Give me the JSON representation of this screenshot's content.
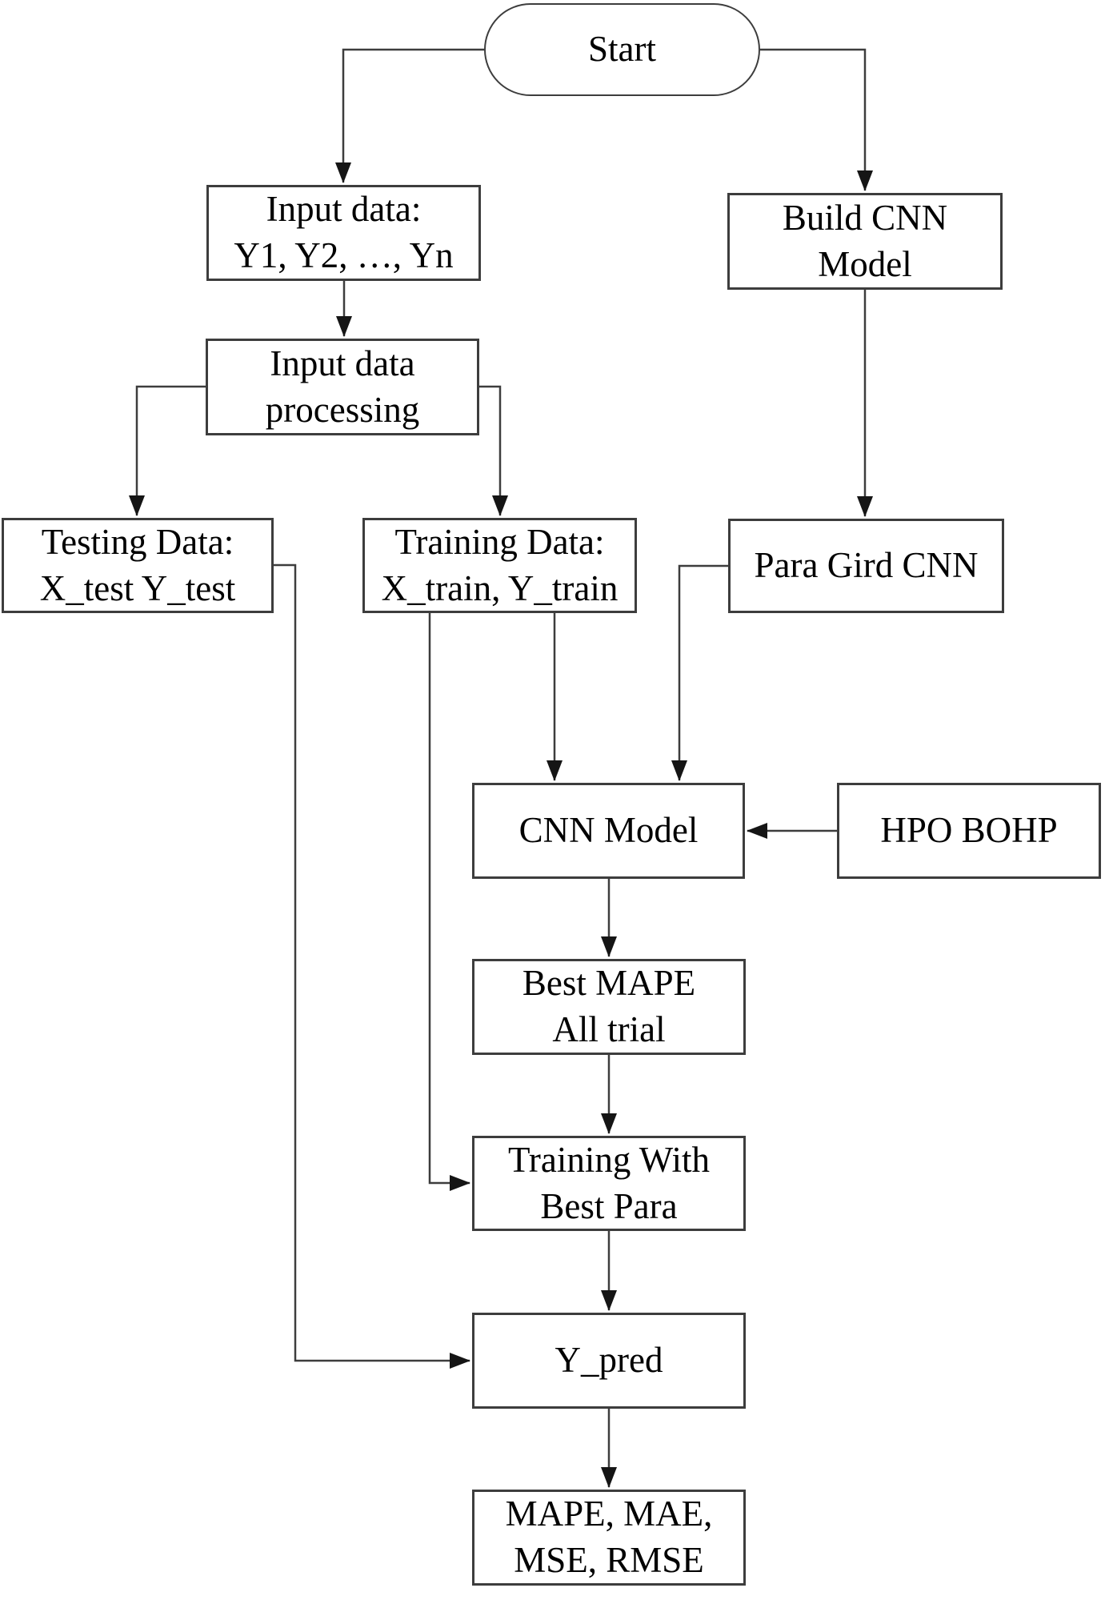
{
  "diagram": {
    "type": "flowchart",
    "colors": {
      "background": "#ffffff",
      "box_border": "#3d3d3d",
      "line": "#3d3d3d",
      "arrowhead": "#151515",
      "text": "#000000"
    },
    "nodes": {
      "start": {
        "label": "Start",
        "shape": "stadium"
      },
      "input_data": {
        "label": "Input data:\nY1, Y2, …, Yn",
        "shape": "rect"
      },
      "build_cnn": {
        "label": "Build CNN\nModel",
        "shape": "rect"
      },
      "input_processing": {
        "label": "Input data\nprocessing",
        "shape": "rect"
      },
      "testing_data": {
        "label": "Testing Data:\nX_test Y_test",
        "shape": "rect"
      },
      "training_data": {
        "label": "Training Data:\nX_train, Y_train",
        "shape": "rect"
      },
      "para_gird_cnn": {
        "label": "Para Gird CNN",
        "shape": "rect"
      },
      "cnn_model": {
        "label": "CNN Model",
        "shape": "rect"
      },
      "hpo_bohp": {
        "label": "HPO BOHP",
        "shape": "rect"
      },
      "best_mape": {
        "label": "Best MAPE\nAll trial",
        "shape": "rect"
      },
      "training_with_best_para": {
        "label": "Training With\nBest Para",
        "shape": "rect"
      },
      "y_pred": {
        "label": "Y_pred",
        "shape": "rect"
      },
      "metrics": {
        "label": "MAPE, MAE,\nMSE, RMSE",
        "shape": "rect"
      }
    },
    "edges": [
      {
        "from": "start",
        "to": "input_data"
      },
      {
        "from": "start",
        "to": "build_cnn"
      },
      {
        "from": "input_data",
        "to": "input_processing"
      },
      {
        "from": "input_processing",
        "to": "testing_data"
      },
      {
        "from": "input_processing",
        "to": "training_data"
      },
      {
        "from": "build_cnn",
        "to": "para_gird_cnn"
      },
      {
        "from": "training_data",
        "to": "cnn_model"
      },
      {
        "from": "para_gird_cnn",
        "to": "cnn_model"
      },
      {
        "from": "hpo_bohp",
        "to": "cnn_model"
      },
      {
        "from": "training_data",
        "to": "training_with_best_para"
      },
      {
        "from": "testing_data",
        "to": "y_pred"
      },
      {
        "from": "cnn_model",
        "to": "best_mape"
      },
      {
        "from": "best_mape",
        "to": "training_with_best_para"
      },
      {
        "from": "training_with_best_para",
        "to": "y_pred"
      },
      {
        "from": "y_pred",
        "to": "metrics"
      }
    ]
  }
}
